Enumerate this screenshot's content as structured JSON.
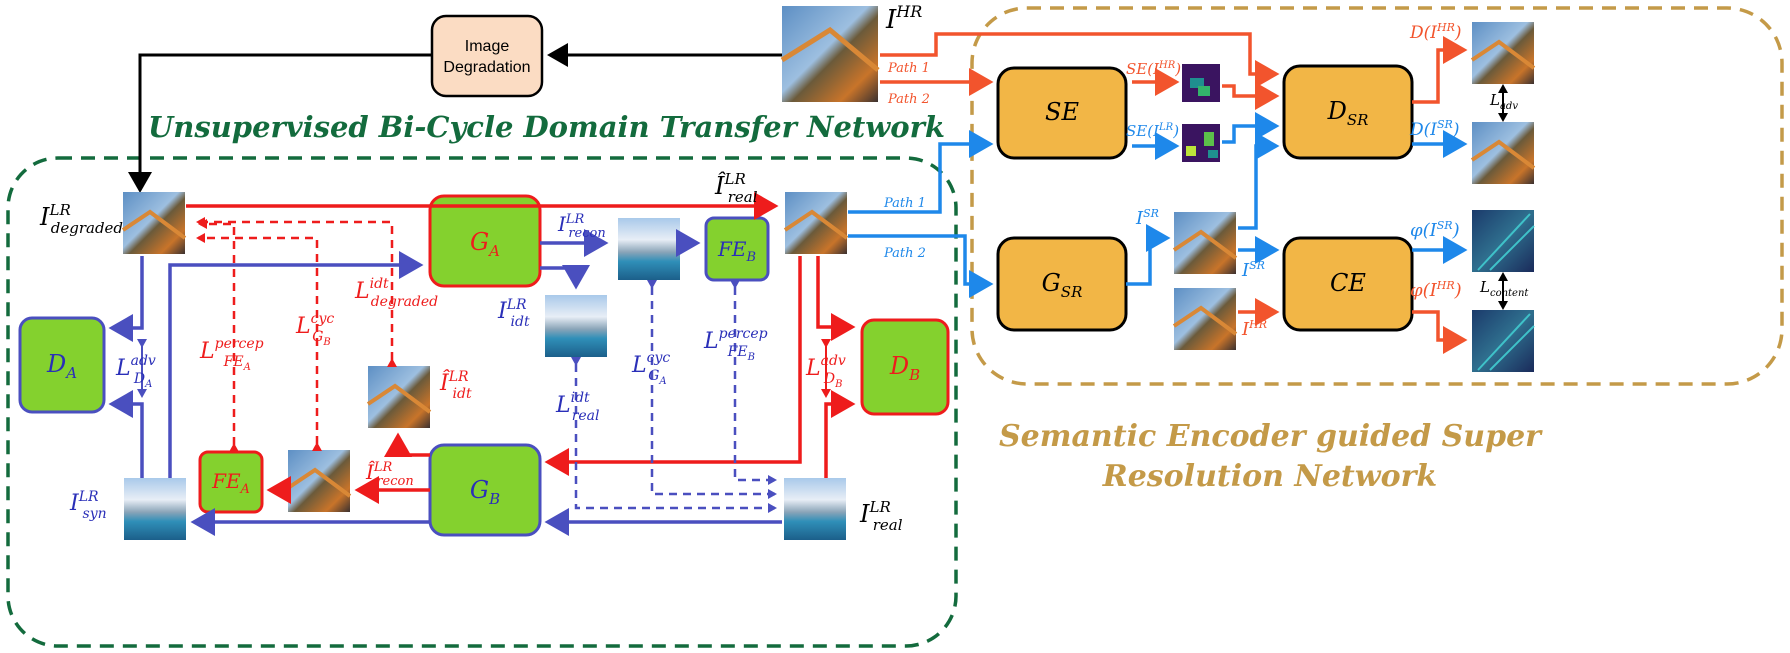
{
  "colors": {
    "red": "#ee1c1c",
    "blue": "#4a4fbf",
    "lightblue": "#1e88ea",
    "orange": "#f2542d",
    "green_box": "#84d12e",
    "orange_box": "#f2b646",
    "peach_box": "#fbdcc3",
    "dark_green": "#136b3d",
    "gold": "#c49a48"
  },
  "titles": {
    "left": "Unsupervised Bi-Cycle Domain Transfer Network",
    "right_line1": "Semantic Encoder guided  Super",
    "right_line2": "Resolution Network"
  },
  "degradation": {
    "line1": "Image",
    "line2": "Degradation"
  },
  "modules": {
    "ga": "G",
    "ga_sub": "A",
    "gb": "G",
    "gb_sub": "B",
    "da": "D",
    "da_sub": "A",
    "db": "D",
    "db_sub": "B",
    "feb": "FE",
    "feb_sub": "B",
    "fea": "FE",
    "fea_sub": "A",
    "se": "SE",
    "dsr": "D",
    "dsr_sub": "SR",
    "gsr": "G",
    "gsr_sub": "SR",
    "ce": "CE"
  },
  "image_labels": {
    "ihr": "I",
    "ihr_sup": "HR",
    "idegraded": "I",
    "idegraded_sup": "LR",
    "idegraded_sub": "degraded",
    "ireal_hat": "Î",
    "ireal_hat_sup": "LR",
    "ireal_hat_sub": "real",
    "irecon": "I",
    "irecon_sup": "LR",
    "irecon_sub": "recon",
    "iidt": "I",
    "iidt_sup": "LR",
    "iidt_sub": "idt",
    "iidt_hat": "Î",
    "iidt_hat_sup": "LR",
    "iidt_hat_sub": "idt",
    "irecon_hat": "Î",
    "irecon_hat_sup": "LR",
    "irecon_hat_sub": "recon",
    "isyn": "I",
    "isyn_sup": "LR",
    "isyn_sub": "syn",
    "ireal": "I",
    "ireal_sup": "LR",
    "ireal_sub": "real"
  },
  "losses": {
    "l_da": "L",
    "l_da_sup": "adv",
    "l_da_sub": "D",
    "l_da_subsub": "A",
    "l_fea": "L",
    "l_fea_sup": "percep",
    "l_fea_sub": "FE",
    "l_fea_subsub": "A",
    "l_gb": "L",
    "l_gb_sup": "cyc",
    "l_gb_sub": "G",
    "l_gb_subsub": "B",
    "l_degraded": "L",
    "l_degraded_sup": "idt",
    "l_degraded_sub": "degraded",
    "l_real": "L",
    "l_real_sup": "idt",
    "l_real_sub": "real",
    "l_ga": "L",
    "l_ga_sup": "cyc",
    "l_ga_sub": "G",
    "l_ga_subsub": "A",
    "l_feb": "L",
    "l_feb_sup": "percep",
    "l_feb_sub": "FE",
    "l_feb_subsub": "B",
    "l_db": "L",
    "l_db_sup": "adv",
    "l_db_sub": "D",
    "l_db_subsub": "B",
    "l_adv": "L",
    "l_adv_sub": "adv",
    "l_content": "L",
    "l_content_sub": "content"
  },
  "path_labels": {
    "path1_top": "Path 1",
    "path2_top": "Path 2",
    "path1_mid": "Path 1",
    "path2_mid": "Path 2"
  },
  "sr_labels": {
    "se_ihr": "SE(I",
    "se_ihr_sup": "HR",
    "se_close": ")",
    "se_ilr": "SE(I",
    "se_ilr_sup": "LR",
    "d_ihr": "D(I",
    "d_ihr_sup": "HR",
    "d_isr": "D(I",
    "d_isr_sup": "SR",
    "isr_a": "I",
    "isr_a_sup": "SR",
    "isr_b": "I",
    "isr_b_sup": "SR",
    "ihr_ce": "I",
    "ihr_ce_sup": "HR",
    "phi_isr": "φ(I",
    "phi_isr_sup": "SR",
    "phi_ihr": "φ(I",
    "phi_ihr_sup": "HR"
  }
}
